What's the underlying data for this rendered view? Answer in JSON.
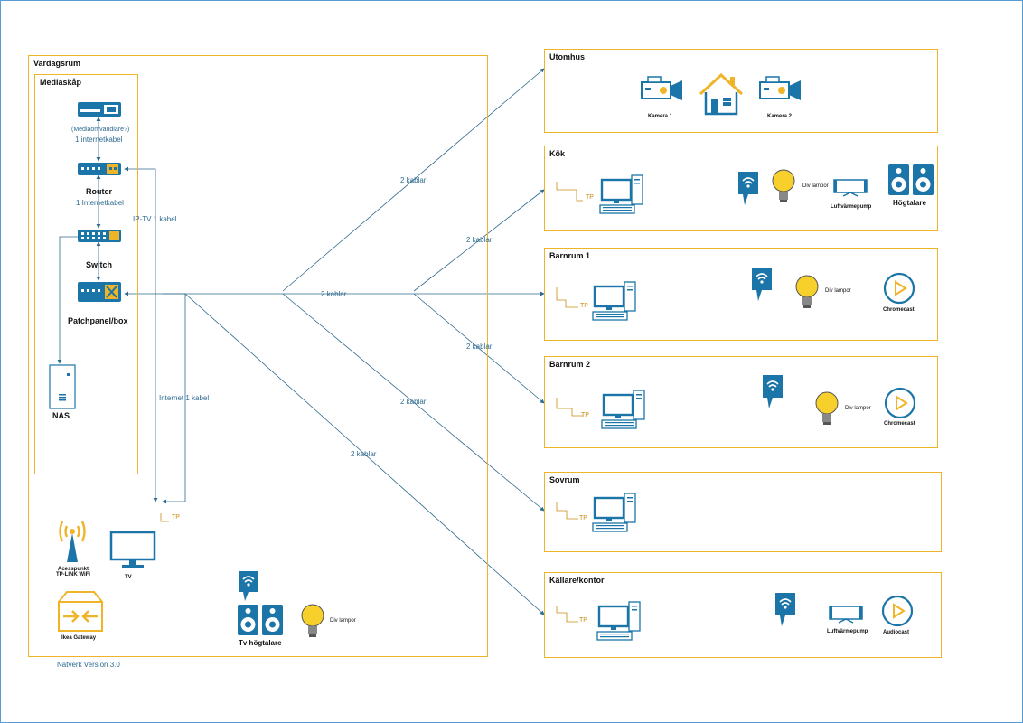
{
  "footer": "Nätverk Version 3.0",
  "rooms": {
    "vardagsrum": "Vardagsrum",
    "mediaskap": "Mediaskåp",
    "utomhus": "Utomhus",
    "kok": "Kök",
    "barnrum1": "Barnrum 1",
    "barnrum2": "Barnrum 2",
    "sovrum": "Sovrum",
    "kallare": "Källare/kontor"
  },
  "media": {
    "converter": "(Mediaomvandlare?)",
    "cable1": "1 internetkabel",
    "router": "Router",
    "cable2": "1 Internetkabel",
    "switch": "Switch",
    "patch": "Patchpanel/box",
    "nas": "NAS",
    "iptv": "IP-TV 1 kabel",
    "internet": "Internet 1 kabel"
  },
  "living": {
    "tp": "TP",
    "ap_line1": "Acesspunkt",
    "ap_line2": "TP-LINK WiFi",
    "tv": "TV",
    "gateway": "Ikea Gateway",
    "tv_speakers": "Tv högtalare",
    "lamps": "Div lampor"
  },
  "links": {
    "l1": "2 kablar",
    "l2": "2 kablar",
    "l3": "2 kablar",
    "l4": "2 kablar",
    "l5": "2 kablar",
    "l6": "2 kablar"
  },
  "utomhus": {
    "cam1": "Kamera 1",
    "cam2": "Kamera 2"
  },
  "kok": {
    "tp": "TP",
    "lamps": "Div lampor",
    "heatpump": "Luftvärmepump",
    "speakers": "Högtalare"
  },
  "barnrum1": {
    "tp": "TP",
    "lamps": "Div lampor",
    "cast": "Chromecast"
  },
  "barnrum2": {
    "tp": "TP",
    "lamps": "Div lampor",
    "cast": "Chromecast"
  },
  "sovrum": {
    "tp": "TP"
  },
  "kallare": {
    "tp": "TP",
    "heatpump": "Luftvärmepump",
    "cast": "Audiocast"
  },
  "colors": {
    "accent": "#f0b428",
    "icon": "#1b75a8",
    "line": "#2d6a8f"
  }
}
